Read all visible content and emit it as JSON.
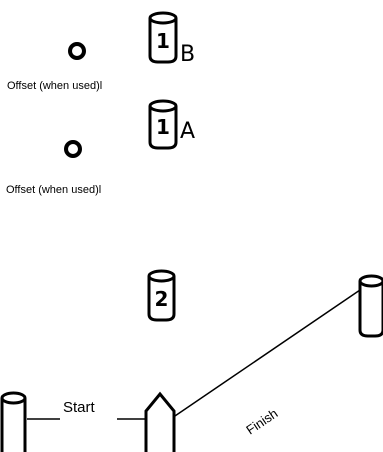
{
  "marks": {
    "windward_b": {
      "number": "1",
      "letter": "B"
    },
    "windward_a": {
      "number": "1",
      "letter": "A"
    },
    "leeward": {
      "number": "2"
    },
    "start_pin": {
      "number": ""
    },
    "finish_pin": {
      "number": ""
    }
  },
  "offsets": {
    "upper": {
      "caption": "Offset (when used)l"
    },
    "lower": {
      "caption": "Offset (when used)l"
    }
  },
  "lines": {
    "start_label": "Start",
    "finish_label": "Finish"
  }
}
